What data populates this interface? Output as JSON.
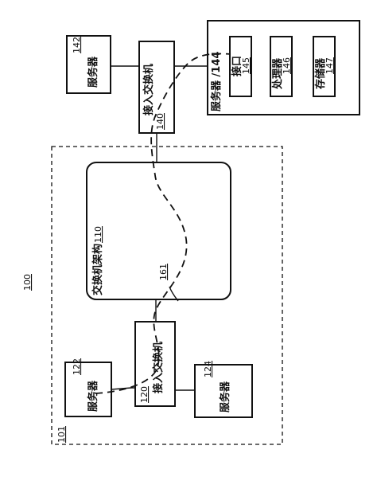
{
  "figure_label": "100",
  "region": {
    "ref": "101"
  },
  "fabric": {
    "label": "交换机架构",
    "ref": "110"
  },
  "servers": {
    "s122": {
      "label": "服务器",
      "ref": "122"
    },
    "s124": {
      "label": "服务器",
      "ref": "124"
    },
    "s142": {
      "label": "服务器",
      "ref": "142"
    }
  },
  "switches": {
    "sw120": {
      "label": "接入交换机",
      "ref": "120"
    },
    "sw140": {
      "label": "接入交换机",
      "ref": "140"
    }
  },
  "server144": {
    "label": "服务器 /144",
    "interface": {
      "label": "接口",
      "ref": "145"
    },
    "processor": {
      "label": "处理器",
      "ref": "146"
    },
    "memory": {
      "label": "存储器",
      "ref": "147"
    }
  },
  "path": {
    "ref": "161"
  }
}
